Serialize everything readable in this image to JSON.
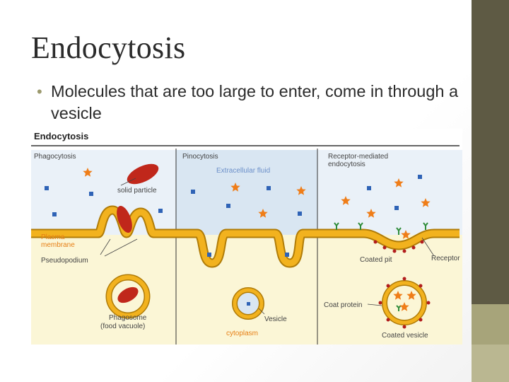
{
  "slide": {
    "title": "Endocytosis",
    "bullet": "Molecules that are too large to enter, come in through a vesicle"
  },
  "diagram": {
    "heading": "Endocytosis",
    "panels": {
      "phagocytosis": "Phagocytosis",
      "pinocytosis": "Pinocytosis",
      "receptor_mediated": "Receptor-mediated endocytosis"
    },
    "labels": {
      "solid_particle": "solid particle",
      "extracellular_fluid": "Extracellular fluid",
      "plasma_membrane": "Plasma membrane",
      "pseudopodium": "Pseudopodium",
      "coated_pit": "Coated pit",
      "receptor": "Receptor",
      "phagosome": "Phagosome",
      "food_vacuole": "(food vacuole)",
      "vesicle": "Vesicle",
      "cytoplasm": "cytoplasm",
      "coat_protein": "Coat protein",
      "coated_vesicle": "Coated vesicle"
    },
    "colors": {
      "membrane": "#f2b21e",
      "membrane_edge": "#b07c08",
      "particle": "#c0271b",
      "star": "#ef7d18",
      "molecule": "#2f63b6",
      "extracellular": "#d9e6f2",
      "cytoplasm": "#fbf6d6",
      "receptor": "#2f8c3a",
      "coat": "#b21d1d"
    }
  },
  "theme": {
    "sidebar_dark": "#5e5a44",
    "sidebar_light": "#a7a47a",
    "bullet_color": "#9c9a6e"
  }
}
